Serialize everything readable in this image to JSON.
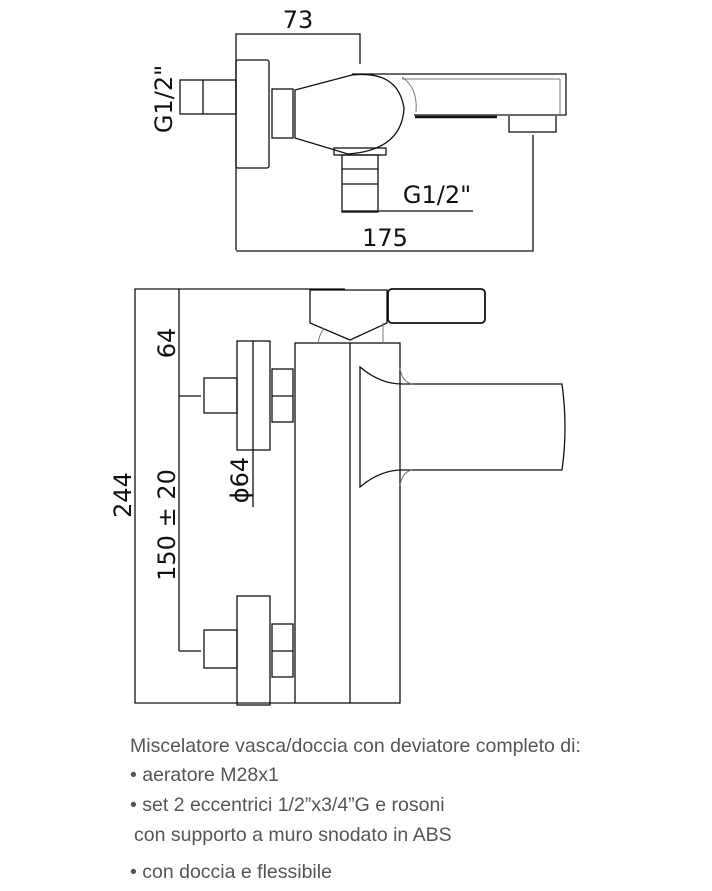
{
  "top_view": {
    "dim_width_label": "73",
    "dim_length_label": "175",
    "inlet_thread_label": "G1/2\"",
    "outlet_thread_label": "G1/2\""
  },
  "front_view": {
    "dim_height_label": "244",
    "dim_top_label": "64",
    "dim_centers_label": "150 ± 20",
    "dim_rosette_label": "ϕ64"
  },
  "description": {
    "title": "Miscelatore vasca/doccia con deviatore completo di:",
    "items": [
      "• aeratore M28x1",
      "• set 2 eccentrici 1/2”x3/4”G e rosoni",
      "con supporto a muro snodato in ABS",
      "• con doccia e flessibile"
    ]
  }
}
